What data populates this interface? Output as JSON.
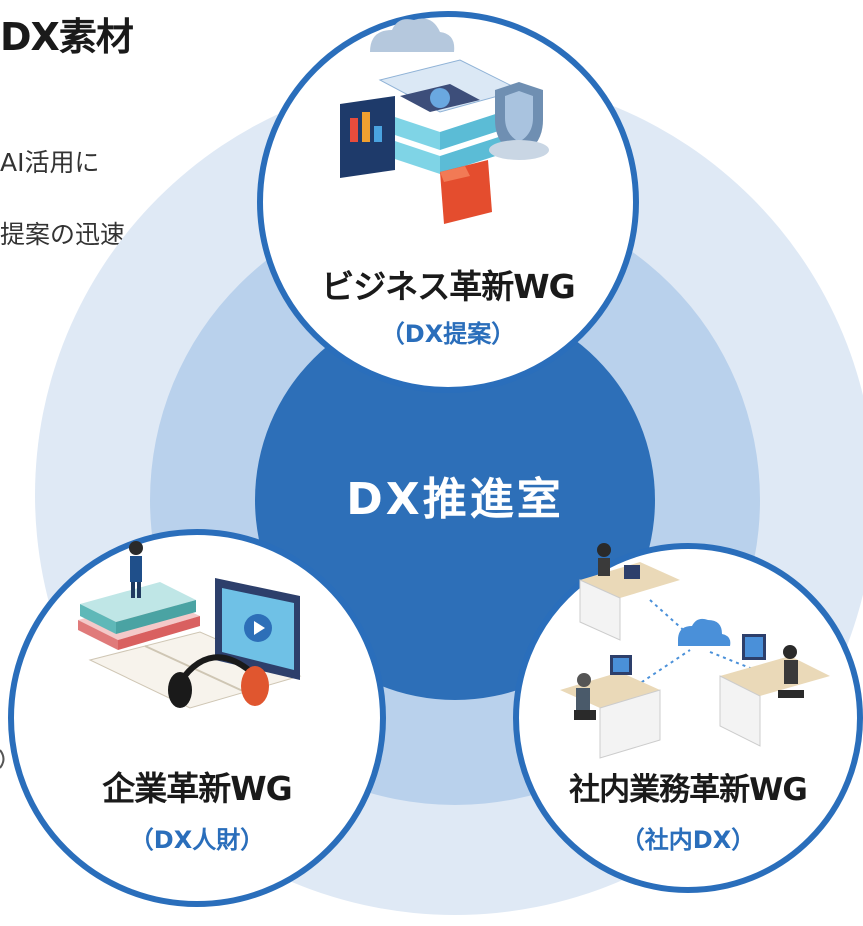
{
  "heading": "DX素材",
  "text_lines": [
    "AI活用に",
    "提案の迅速"
  ],
  "diagram": {
    "center": "DX推進室",
    "groups": [
      {
        "title": "ビジネス革新WG",
        "subtitle": "（DX提案）"
      },
      {
        "title": "企業革新WG",
        "subtitle": "（DX人財）"
      },
      {
        "title": "社内業務革新WG",
        "subtitle": "（社内DX）"
      }
    ]
  },
  "colors": {
    "outer_ring": "#dfe9f5",
    "middle_ring": "#b6cfea",
    "center": "#2d6fb8",
    "circle_border": "#2a6ebb",
    "subtitle": "#2a6ebb"
  }
}
